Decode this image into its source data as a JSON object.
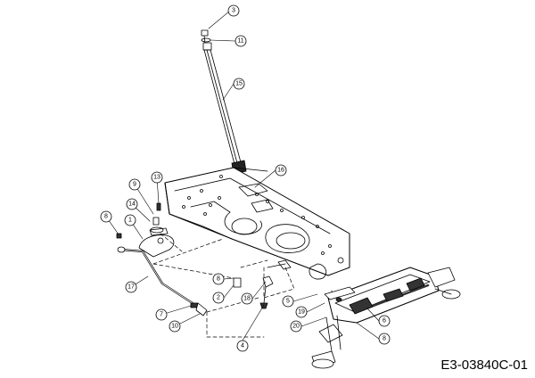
{
  "diagram": {
    "code": "E3-03840C-01",
    "callouts": [
      "3",
      "11",
      "15",
      "16",
      "9",
      "13",
      "14",
      "8",
      "1",
      "17",
      "7",
      "10",
      "8",
      "2",
      "18",
      "4",
      "5",
      "19",
      "20",
      "6",
      "8"
    ]
  }
}
